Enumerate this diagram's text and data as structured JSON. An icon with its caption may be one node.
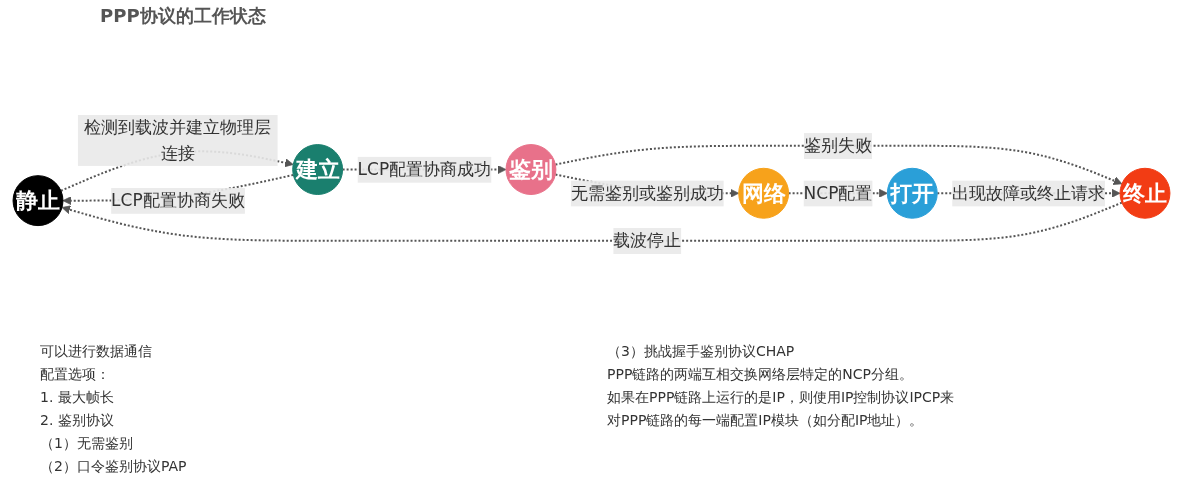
{
  "diagram": {
    "title": "PPP协议的工作状态",
    "nodes": [
      {
        "text": [
          "静止"
        ]
      },
      {
        "text": [
          "建立"
        ]
      },
      {
        "text": [
          "鉴别"
        ]
      },
      {
        "text": [
          "网络"
        ]
      },
      {
        "text": [
          "打开"
        ]
      },
      {
        "text": [
          "终止"
        ]
      }
    ],
    "edges": [
      {
        "from": 0,
        "to": 1,
        "arrow": "to",
        "label": "检测到载波并建立物理层连接",
        "style": "dashed"
      },
      {
        "from": 1,
        "to": 2,
        "arrow": "to",
        "label": "LCP配置协商成功",
        "style": "dashed"
      },
      {
        "from": 1,
        "to": 0,
        "arrow": "to",
        "label": "LCP配置协商失败",
        "style": "dashed"
      },
      {
        "from": 2,
        "to": 3,
        "arrow": "to",
        "label": "无需鉴别或鉴别成功",
        "style": "dashed"
      },
      {
        "from": 2,
        "to": 5,
        "arrow": "to",
        "label": "鉴别失败",
        "style": "dashed"
      },
      {
        "from": 3,
        "to": 4,
        "arrow": "to",
        "label": "NCP配置",
        "style": "dashed"
      },
      {
        "from": 4,
        "to": 5,
        "arrow": "to",
        "label": "出现故障或终止请求",
        "style": "dashed"
      },
      {
        "from": 5,
        "to": 0,
        "arrow": "to",
        "label": "载波停止",
        "style": "dashed"
      }
    ],
    "labels": [
      "可以进行数据通信",
      "配置选项：",
      "1. 最大帧长",
      "2. 鉴别协议",
      "（1）无需鉴别",
      "（2）口令鉴别协议PAP",
      "（3）挑战握手鉴别协议CHAP",
      "PPP链路的两端互相交换网络层特定的NCP分组。",
      "如果在PPP链路上运行的是IP，则使用IP控制协议IPCP来",
      "对PPP链路的每一端配置IP模块（如分配IP地址）。"
    ]
  }
}
